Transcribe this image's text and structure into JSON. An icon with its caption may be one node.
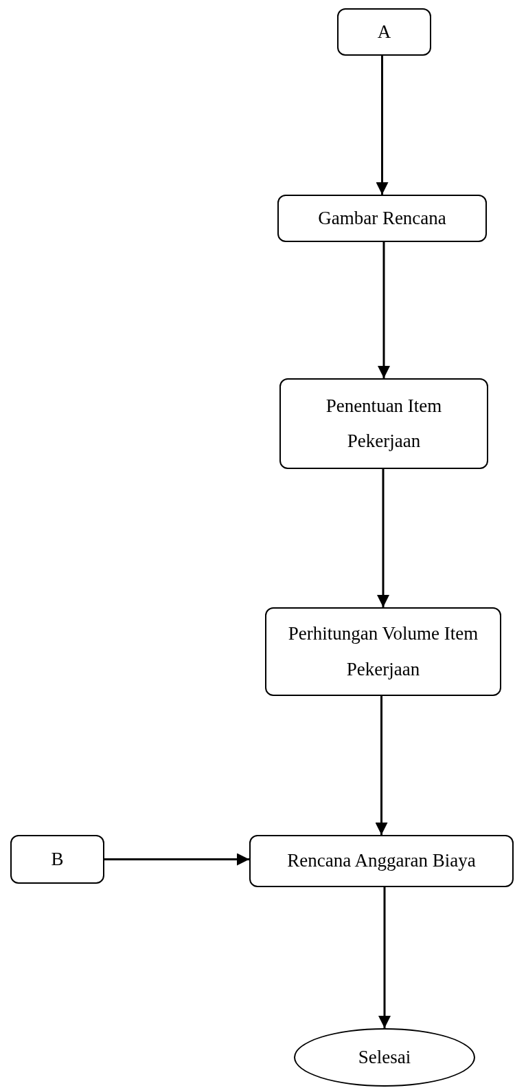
{
  "diagram": {
    "nodes": [
      {
        "text": [
          "A"
        ]
      },
      {
        "text": [
          "Gambar Rencana"
        ]
      },
      {
        "text": [
          "Penentuan Item Pekerjaan"
        ]
      },
      {
        "text": [
          "Perhitungan Volume Item Pekerjaan"
        ]
      },
      {
        "text": [
          "B"
        ]
      },
      {
        "text": [
          "Rencana Anggaran Biaya"
        ]
      },
      {
        "text": [
          "Selesai"
        ]
      }
    ],
    "edges": [
      {
        "from": 0,
        "to": 1,
        "arrow": "to"
      },
      {
        "from": 1,
        "to": 2,
        "arrow": "to"
      },
      {
        "from": 2,
        "to": 3,
        "arrow": "to"
      },
      {
        "from": 3,
        "to": 5,
        "arrow": "to"
      },
      {
        "from": 4,
        "to": 5,
        "arrow": "to"
      },
      {
        "from": 5,
        "to": 6,
        "arrow": "to"
      }
    ]
  }
}
